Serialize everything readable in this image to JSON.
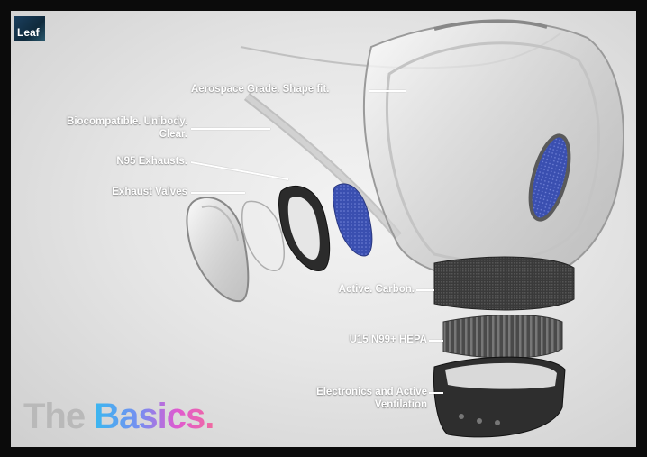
{
  "brand": {
    "logo_text": "Leaf"
  },
  "callouts": {
    "aerospace": "Aerospace Grade. Shape fit.",
    "biocompatible_line1": "Biocompatible. Unibody.",
    "biocompatible_line2": "Clear.",
    "n95": "N95 Exhausts.",
    "exhaust_valves": "Exhaust Valves",
    "carbon": "Active. Carbon.",
    "hepa": "U15 N99+ HEPA",
    "electronics_line1": "Electronics and Active",
    "electronics_line2": "Ventilation"
  },
  "title": {
    "word1": "The",
    "word2": "Basics."
  },
  "colors": {
    "backdrop": "#0b0b0b",
    "background": "#e6e6e6",
    "filter_blue": "#3a4fb0",
    "carbon": "#3a3a3a",
    "title_gray": "#b9b9b9",
    "gradient_start": "#39b8f0",
    "gradient_end": "#f06aa0"
  }
}
